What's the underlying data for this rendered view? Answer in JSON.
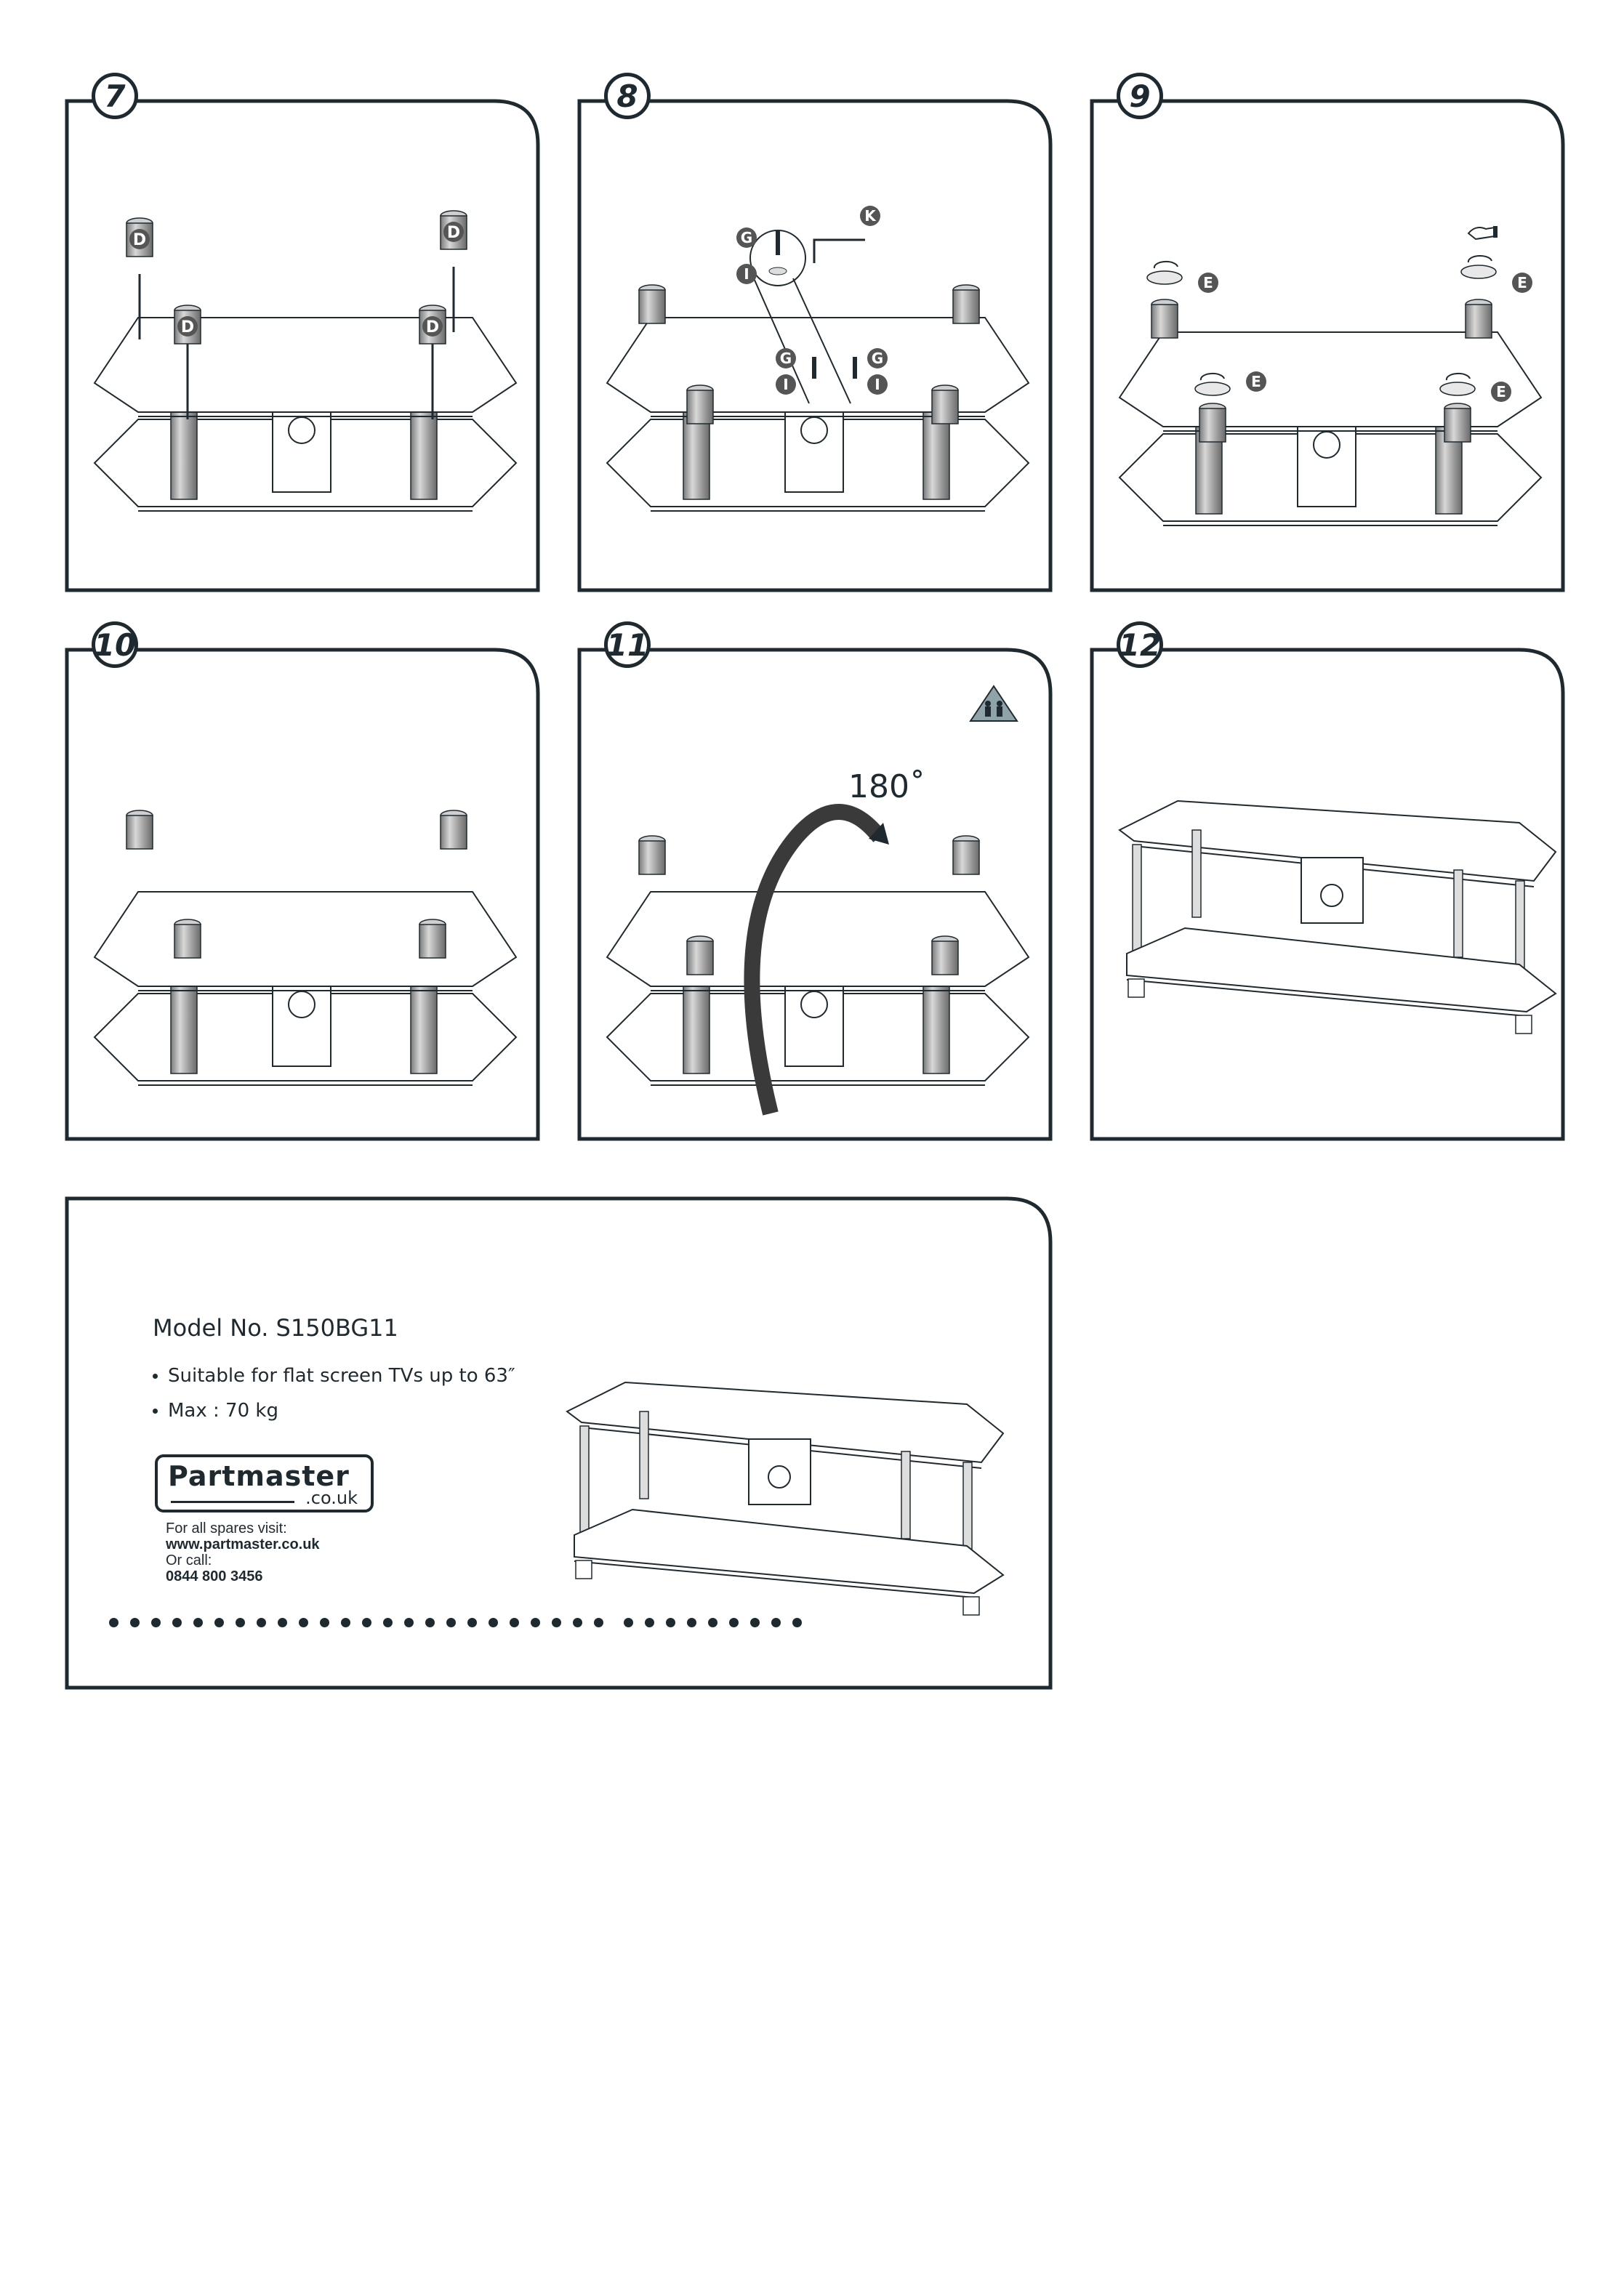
{
  "steps": [
    {
      "number": "7",
      "labels": [
        "D",
        "D",
        "D",
        "D"
      ]
    },
    {
      "number": "8",
      "labels": [
        "G",
        "I",
        "K",
        "G",
        "I",
        "G",
        "I"
      ]
    },
    {
      "number": "9",
      "labels": [
        "E",
        "E",
        "E",
        "E"
      ]
    },
    {
      "number": "10",
      "labels": []
    },
    {
      "number": "11",
      "labels": [],
      "rotation": "180˚"
    },
    {
      "number": "12",
      "labels": []
    }
  ],
  "info": {
    "model": "Model No. S150BG11",
    "bullets": [
      "Suitable for flat screen TVs up to 63″",
      "Max : 70 kg"
    ],
    "logo_main": "Partmaster",
    "logo_sub": ".co.uk",
    "spares_label": "For all spares visit:",
    "spares_url": "www.partmaster.co.uk",
    "call_label": "Or call:",
    "phone": "0844 800 3456"
  },
  "colors": {
    "ink": "#1f2a30",
    "leg": "#8c8c8c"
  }
}
